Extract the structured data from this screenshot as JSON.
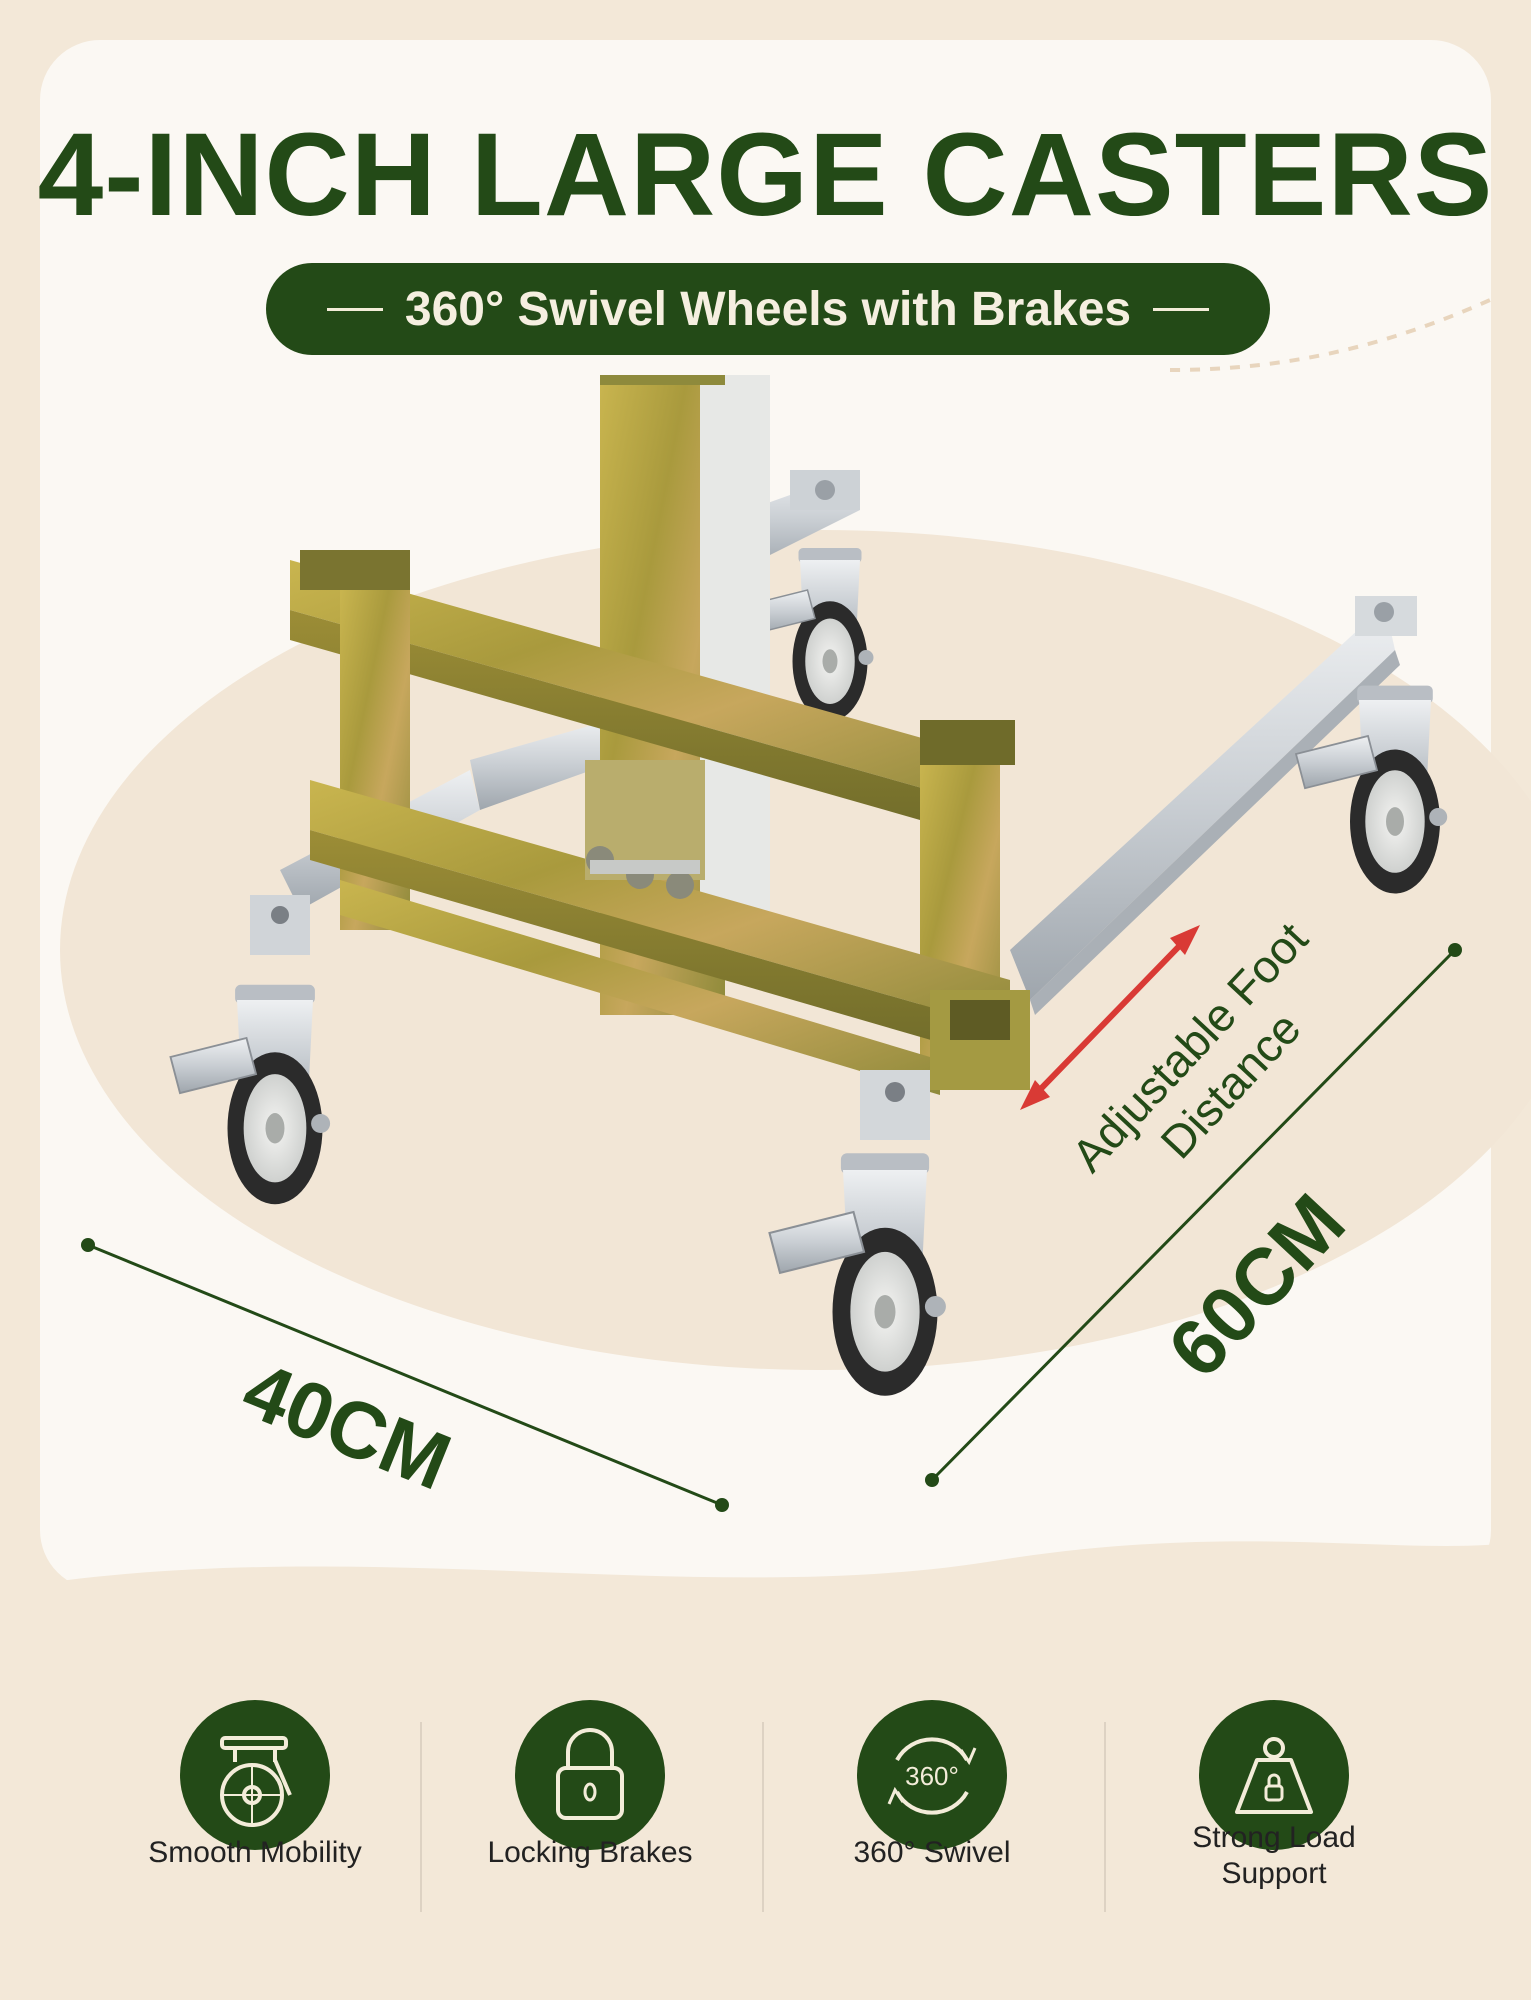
{
  "header": {
    "title": "4-INCH LARGE CASTERS",
    "subtitle": "360° Swivel Wheels with Brakes"
  },
  "dimensions": {
    "width_label": "40CM",
    "depth_label": "60CM",
    "adjustable_line1": "Adjustable Foot",
    "adjustable_line2": "Distance"
  },
  "features": [
    {
      "label": "Smooth Mobility",
      "icon": "caster-wheel-icon"
    },
    {
      "label": "Locking Brakes",
      "icon": "padlock-icon"
    },
    {
      "label": "360° Swivel",
      "icon": "rotate-360-icon"
    },
    {
      "label": "Strong Load",
      "label2": "Support",
      "icon": "weight-icon"
    }
  ],
  "badge_text": "360°",
  "colors": {
    "brand_green": "#234a17",
    "background_cream": "#f3e8d8",
    "arrow_red": "#d93a35",
    "frame_brass": "#b7a64a",
    "bar_silver": "#d8dde2"
  }
}
